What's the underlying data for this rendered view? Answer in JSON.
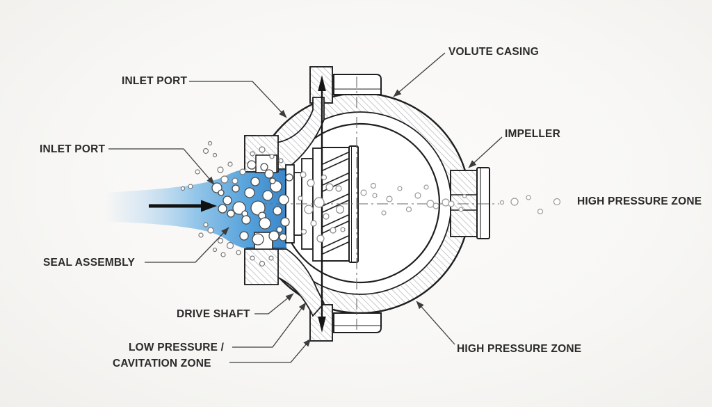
{
  "diagram": {
    "subject": "centrifugal-pump-cavitation-cutaway",
    "labels": {
      "inlet_port_top": "INLET PORT",
      "inlet_port_left": "INLET PORT",
      "seal_assembly": "SEAL ASSEMBLY",
      "drive_shaft": "DRIVE SHAFT",
      "low_pressure_line1": "LOW PRESSURE /",
      "low_pressure_line2": "CAVITATION ZONE",
      "volute_casing": "VOLUTE CASING",
      "impeller": "IMPELLER",
      "high_pressure_zone_right": "HIGH PRESSURE ZONE",
      "high_pressure_zone_bottom": "HIGH PRESSURE ZONE"
    },
    "colors": {
      "background": "#f8f7f5",
      "label_text": "#2a2a2a",
      "line_dark": "#1f1f1f",
      "hatch_gray": "#a6a6ac",
      "leader_gray": "#3c3c3c",
      "centerline_gray": "#6a6a6a",
      "flow_blue": "#3a86c9",
      "flow_blue_mid": "#57a3dc",
      "flow_blue_light": "#8ec3e8"
    }
  }
}
